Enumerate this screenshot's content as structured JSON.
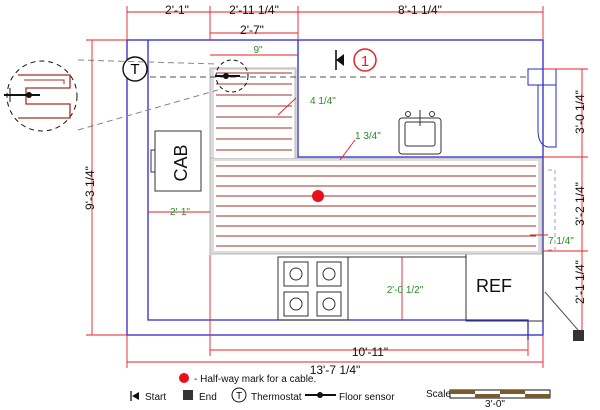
{
  "dimensions": {
    "top_left": "2'-1\"",
    "top_mid": "2'-11 1/4\"",
    "top_right": "8'-1 1/4\"",
    "top_inner": "2'-7\"",
    "nine": "9\"",
    "four": "4 1/4\"",
    "one_three": "1 3/4\"",
    "left_height": "9'-3 1/4\"",
    "right_top": "3'-0 1/4\"",
    "right_mid": "3'-2 1/4\"",
    "right_bot": "2'-1 1/4\"",
    "seven": "7 1/4\"",
    "two_one_inner": "2'-1\"",
    "stove_gap": "2'-0 1/2\"",
    "bottom_inner": "10'-11\"",
    "bottom_total": "13'-7 1/4\""
  },
  "labels": {
    "cabinet": "CAB",
    "fridge": "REF",
    "thermostat": "T",
    "marker_number": "1"
  },
  "legend": {
    "halfway": "- Half-way mark for a cable.",
    "start": "Start",
    "end": "End",
    "thermostat": "Thermostat",
    "floor_sensor": "Floor sensor",
    "scale": "Scale",
    "scale_value": "3'-0\""
  },
  "colors": {
    "dimension": "#e8202a",
    "wall": "#2a2acd",
    "cable": "#a0302a",
    "heater": "#c8c8c8",
    "green_text": "#2a8a2a"
  }
}
